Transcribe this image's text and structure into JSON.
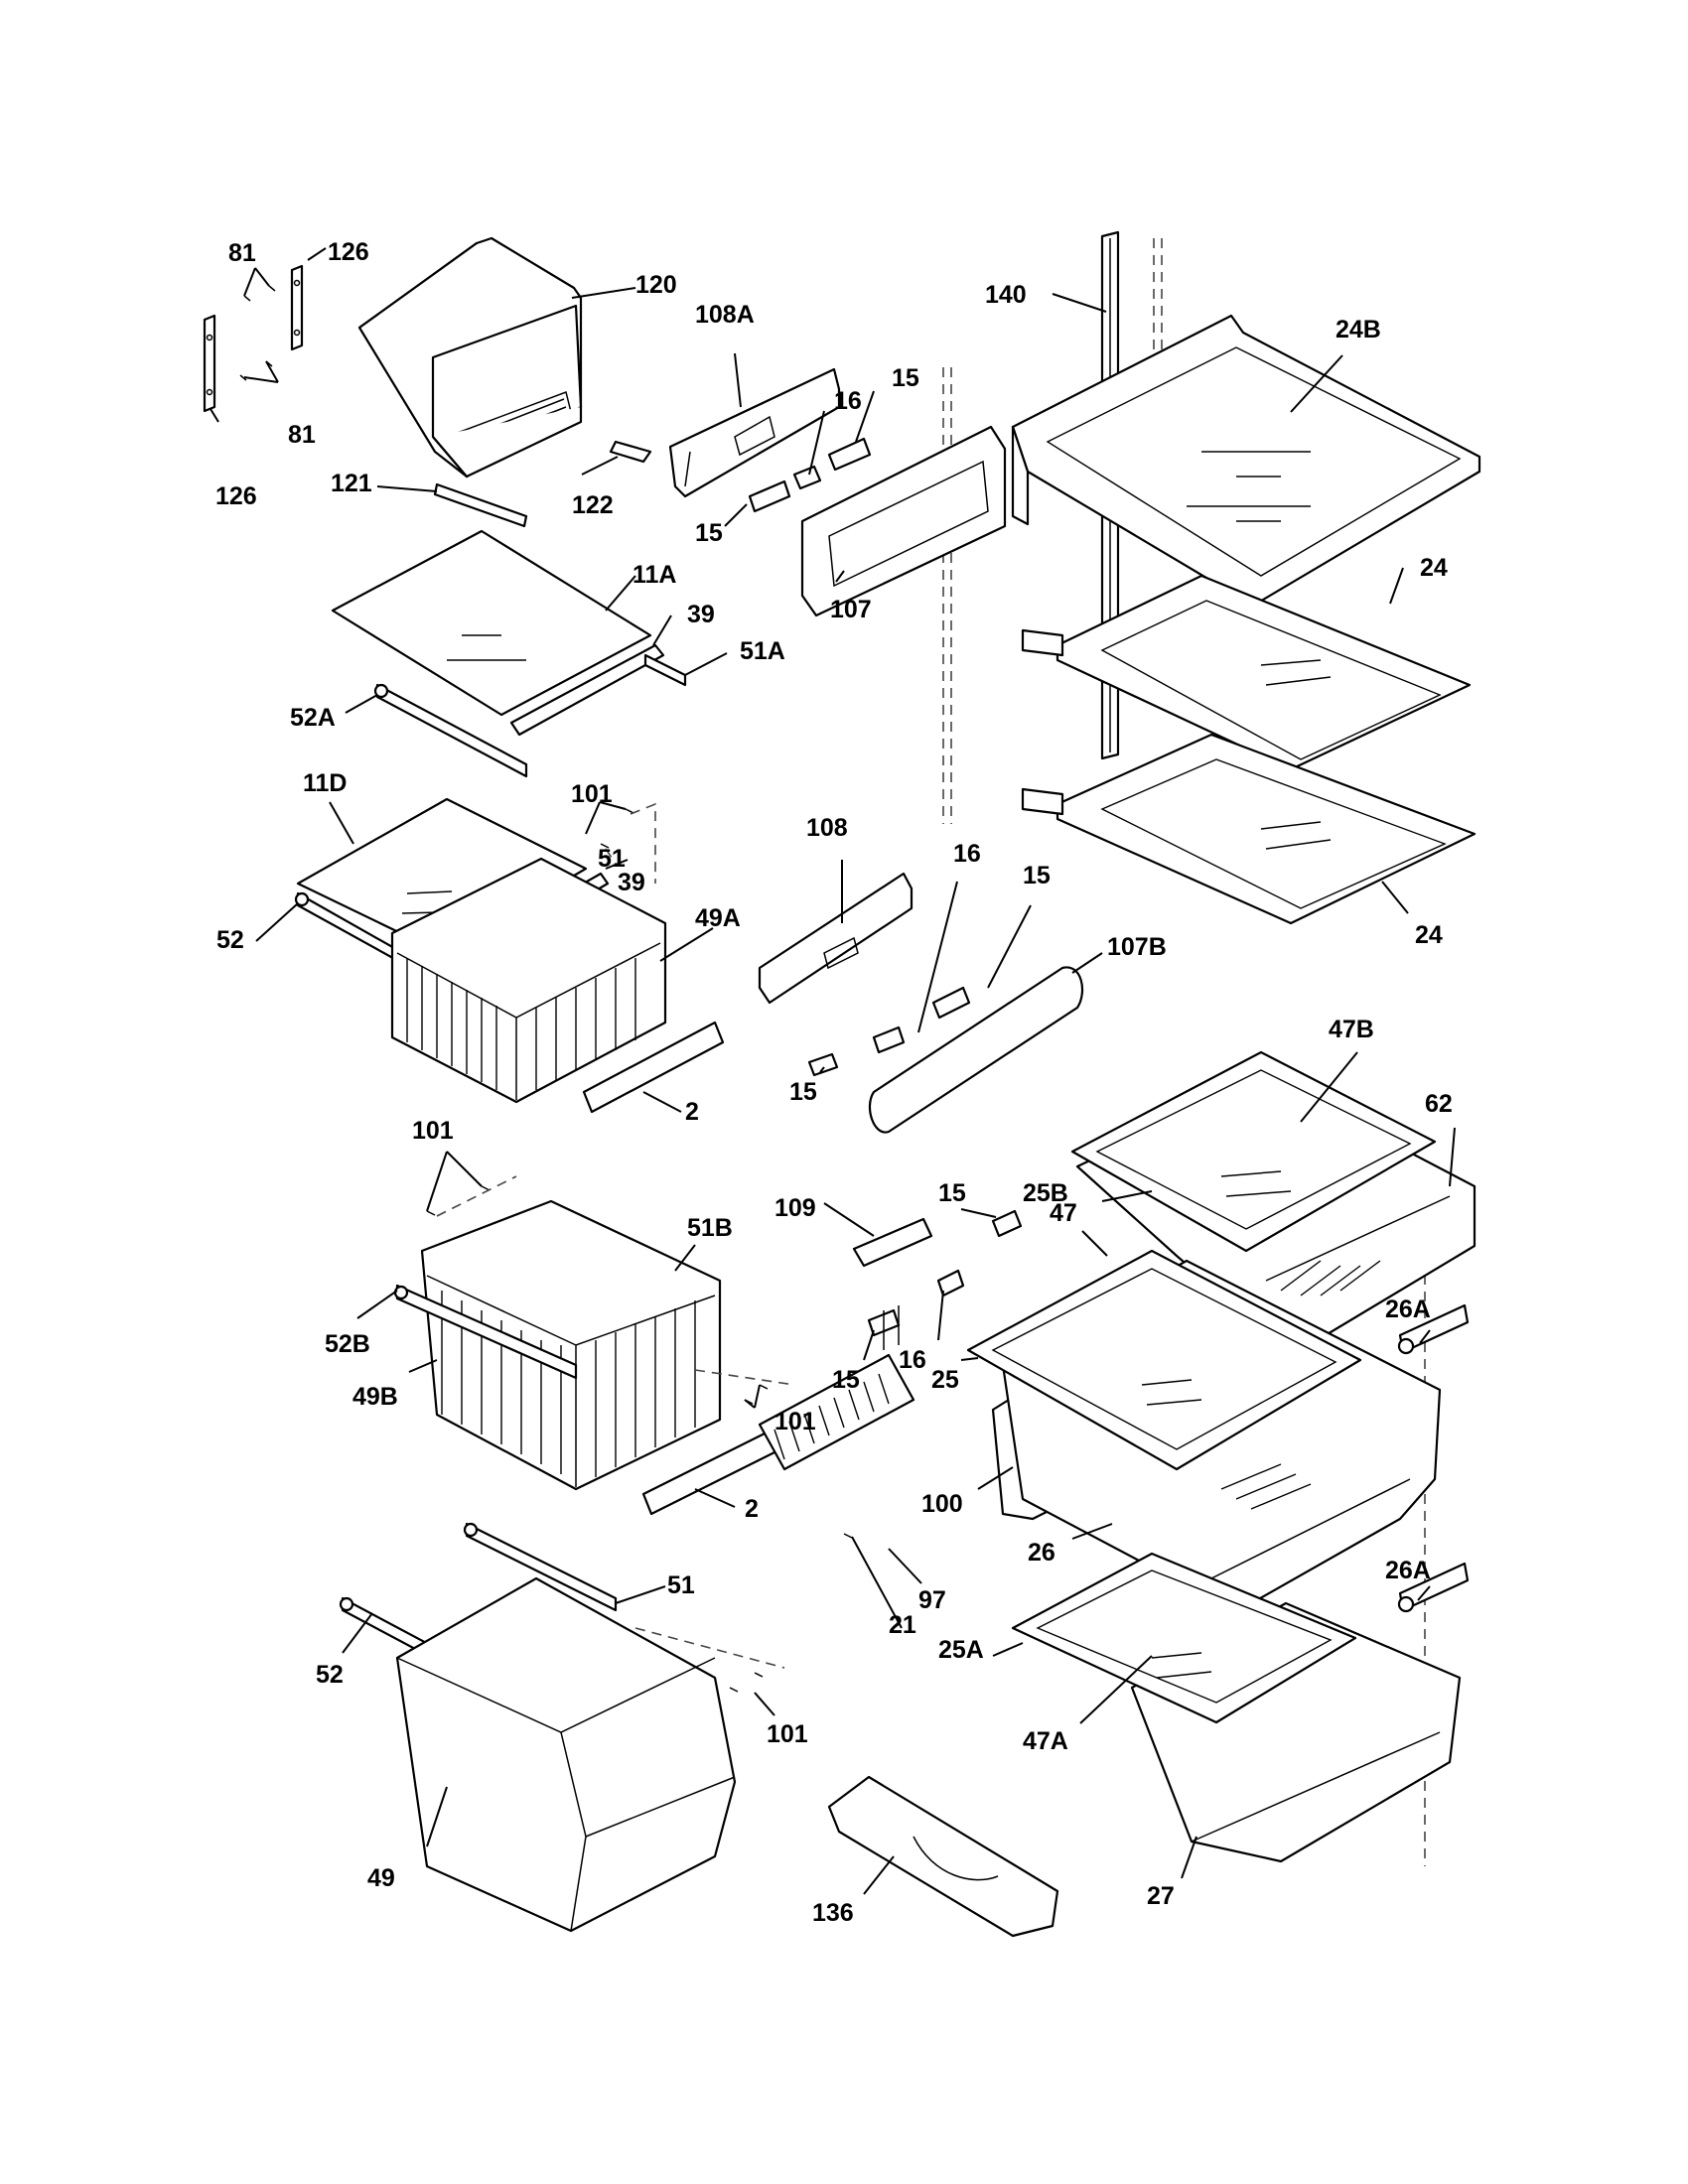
{
  "callouts": [
    {
      "id": "81-top",
      "text": "81"
    },
    {
      "id": "126-top",
      "text": "126"
    },
    {
      "id": "120",
      "text": "120"
    },
    {
      "id": "81-bottom",
      "text": "81"
    },
    {
      "id": "126-bottom",
      "text": "126"
    },
    {
      "id": "121",
      "text": "121"
    },
    {
      "id": "122",
      "text": "122"
    },
    {
      "id": "108A",
      "text": "108A"
    },
    {
      "id": "16-top",
      "text": "16"
    },
    {
      "id": "15-top-right",
      "text": "15"
    },
    {
      "id": "15-top-left",
      "text": "15"
    },
    {
      "id": "107",
      "text": "107"
    },
    {
      "id": "140",
      "text": "140"
    },
    {
      "id": "24B",
      "text": "24B"
    },
    {
      "id": "24-upper",
      "text": "24"
    },
    {
      "id": "24-lower",
      "text": "24"
    },
    {
      "id": "11A",
      "text": "11A"
    },
    {
      "id": "39-upper",
      "text": "39"
    },
    {
      "id": "51A",
      "text": "51A"
    },
    {
      "id": "52A",
      "text": "52A"
    },
    {
      "id": "11D",
      "text": "11D"
    },
    {
      "id": "101-upper",
      "text": "101"
    },
    {
      "id": "51-upper",
      "text": "51"
    },
    {
      "id": "39-lower",
      "text": "39"
    },
    {
      "id": "52-upper",
      "text": "52"
    },
    {
      "id": "49A",
      "text": "49A"
    },
    {
      "id": "2-upper",
      "text": "2"
    },
    {
      "id": "108",
      "text": "108"
    },
    {
      "id": "16-mid",
      "text": "16"
    },
    {
      "id": "15-mid-right",
      "text": "15"
    },
    {
      "id": "107B",
      "text": "107B"
    },
    {
      "id": "15-mid-left",
      "text": "15"
    },
    {
      "id": "47B",
      "text": "47B"
    },
    {
      "id": "62",
      "text": "62"
    },
    {
      "id": "101-mid",
      "text": "101"
    },
    {
      "id": "51B",
      "text": "51B"
    },
    {
      "id": "52B",
      "text": "52B"
    },
    {
      "id": "49B",
      "text": "49B"
    },
    {
      "id": "101-right",
      "text": "101"
    },
    {
      "id": "2-lower",
      "text": "2"
    },
    {
      "id": "109",
      "text": "109"
    },
    {
      "id": "15-low-top",
      "text": "15"
    },
    {
      "id": "25B",
      "text": "25B"
    },
    {
      "id": "47",
      "text": "47"
    },
    {
      "id": "16-low",
      "text": "16"
    },
    {
      "id": "15-low-bottom",
      "text": "15"
    },
    {
      "id": "25",
      "text": "25"
    },
    {
      "id": "26A-upper",
      "text": "26A"
    },
    {
      "id": "100",
      "text": "100"
    },
    {
      "id": "26",
      "text": "26"
    },
    {
      "id": "97",
      "text": "97"
    },
    {
      "id": "21",
      "text": "21"
    },
    {
      "id": "51-lower",
      "text": "51"
    },
    {
      "id": "52-lower",
      "text": "52"
    },
    {
      "id": "101-lower",
      "text": "101"
    },
    {
      "id": "49",
      "text": "49"
    },
    {
      "id": "25A",
      "text": "25A"
    },
    {
      "id": "47A",
      "text": "47A"
    },
    {
      "id": "26A-lower",
      "text": "26A"
    },
    {
      "id": "27",
      "text": "27"
    },
    {
      "id": "136",
      "text": "136"
    }
  ]
}
